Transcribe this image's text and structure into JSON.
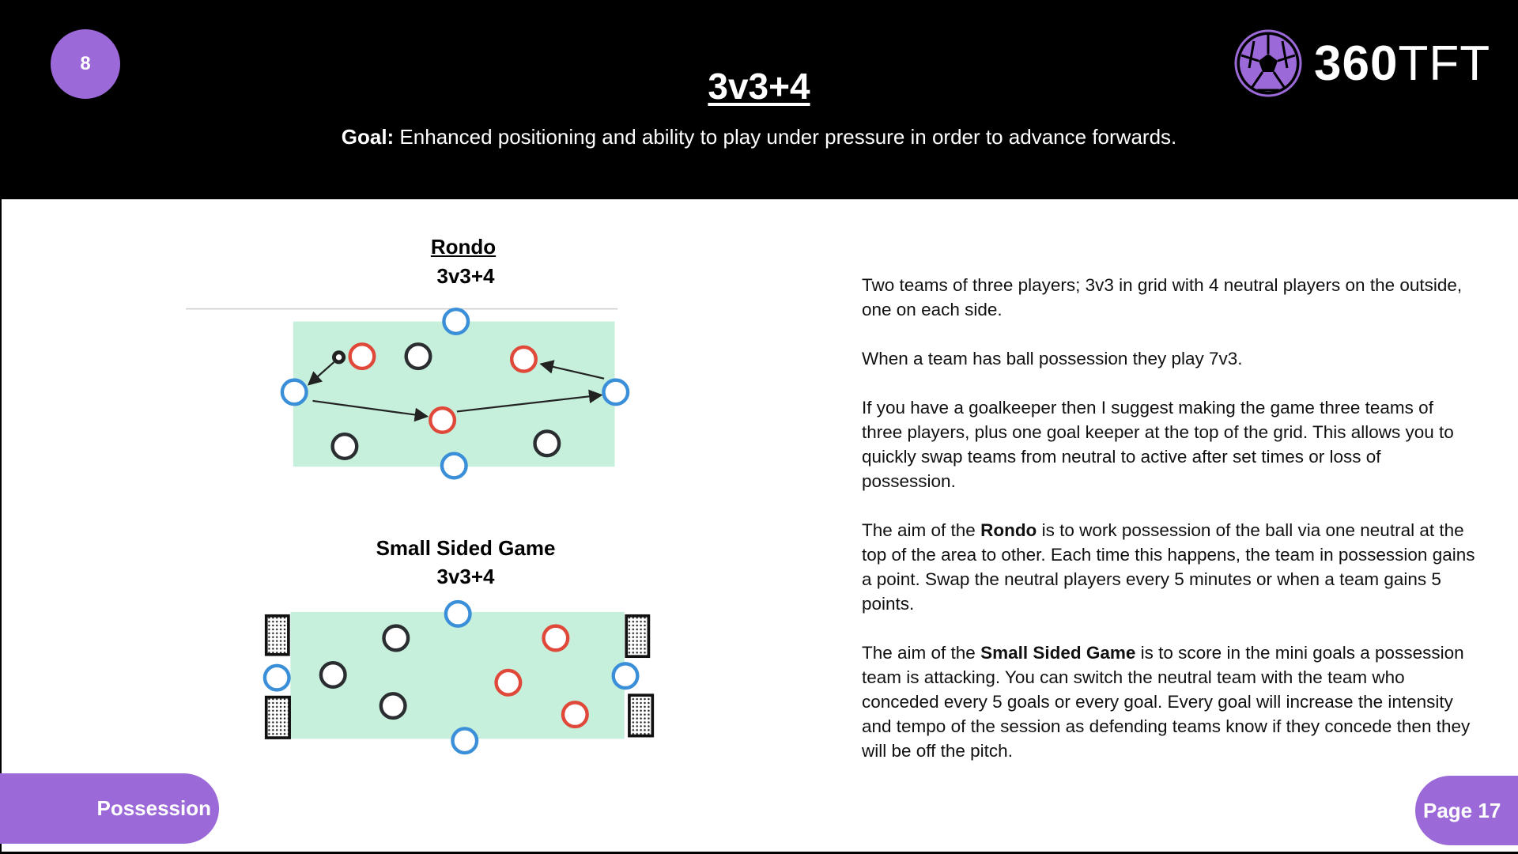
{
  "header": {
    "session_number": "8",
    "title": "3v3+4",
    "goal_label": "Goal:",
    "goal_text": " Enhanced positioning and ability to play under pressure in order to advance forwards.",
    "logo_bold": "360",
    "logo_light": "TFT"
  },
  "diagrams": {
    "rondo_title": "Rondo ",
    "rondo_subtitle": "3v3+4",
    "ssg_title": "Small Sided Game",
    "ssg_subtitle": "3v3+4"
  },
  "colors": {
    "accent": "#9b6ad8",
    "field": "#c6f0dc",
    "neutral": "#3a8fd8",
    "team_red": "#e0483a",
    "team_black": "#2a2e30"
  },
  "description": {
    "p1": "Two teams of three players; 3v3 in grid with 4 neutral players on the outside, one on each side.",
    "p2": "When a team has ball possession they play 7v3.",
    "p3": "If you have a goalkeeper then I suggest making the game three teams of three players, plus one goal keeper at the top of the grid.   This allows you to quickly swap teams from neutral to active after set times or loss of possession.",
    "p4_a": "The aim of the ",
    "p4_b": "Rondo",
    "p4_c": " is to work possession of the ball via one neutral at the top of the area to other.  Each time this happens, the team in possession gains a point.  Swap the neutral players every 5 minutes or when a team gains 5 points.",
    "p5_a": "The aim of the ",
    "p5_b": "Small Sided Game",
    "p5_c": " is to score in the mini goals a possession team is attacking.  You can switch the neutral team with the team who conceded every 5 goals or every goal.  Every goal will increase the intensity and tempo of the session as defending teams know if they concede then they will be off the pitch."
  },
  "footer": {
    "section": "Possession",
    "page": "Page 17"
  }
}
